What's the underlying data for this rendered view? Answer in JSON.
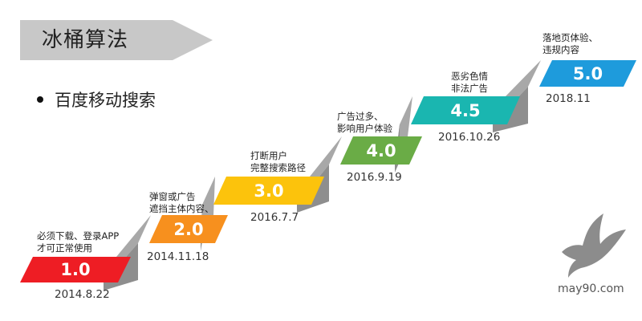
{
  "title": "冰桶算法",
  "subtitle": "百度移动搜索",
  "steps": [
    {
      "version": "1.0",
      "date": "2014.8.22",
      "label_lines": [
        "必须下载、登录APP",
        "才可正常使用"
      ],
      "color": "#ee1d24"
    },
    {
      "version": "2.0",
      "date": "2014.11.18",
      "label_lines": [
        "弹窗或广告",
        "遮挡主体内容、"
      ],
      "color": "#f7901e"
    },
    {
      "version": "3.0",
      "date": "2016.7.7",
      "label_lines": [
        "打断用户",
        "完整搜索路径"
      ],
      "color": "#fcc30c"
    },
    {
      "version": "4.0",
      "date": "2016.9.19",
      "label_lines": [
        "广告过多、",
        "影响用户体验"
      ],
      "color": "#6aac46"
    },
    {
      "version": "4.5",
      "date": "2016.10.26",
      "label_lines": [
        "恶劣色情",
        "非法广告"
      ],
      "color": "#1ab6b0"
    },
    {
      "version": "5.0",
      "date": "2018.11",
      "label_lines": [
        "落地页体验、",
        "违规内容"
      ],
      "color": "#1e9bdc"
    }
  ],
  "colors": {
    "banner": "#c8c8c8",
    "riser": "#a8a8a8",
    "riser_side": "#8e8e8e",
    "logo": "#8c8c8c"
  },
  "logo_icon": "bird-icon",
  "site": "may90.com"
}
